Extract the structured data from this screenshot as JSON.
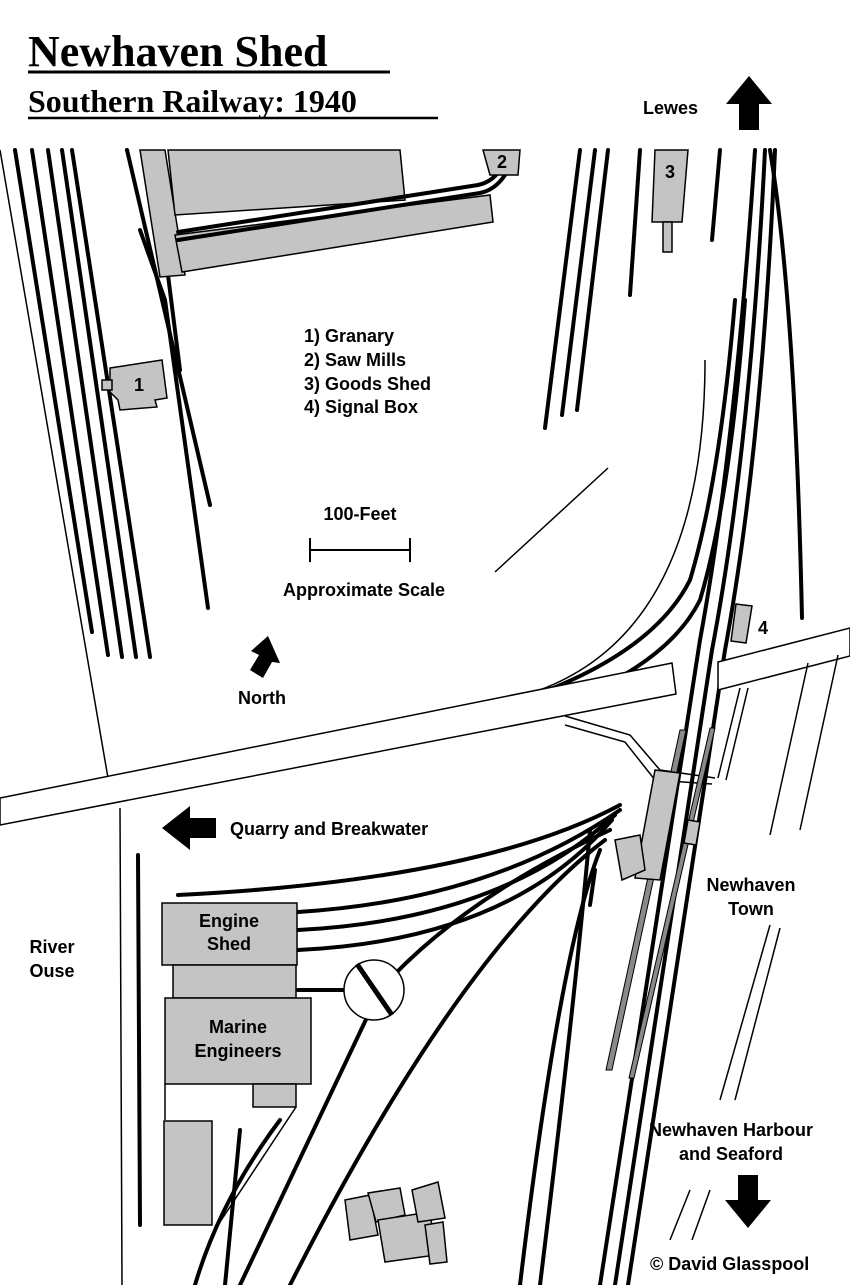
{
  "title": "Newhaven Shed",
  "subtitle": "Southern Railway: 1940",
  "directions": {
    "north_top": "Lewes",
    "west": "Quarry and Breakwater",
    "south": "Newhaven Harbour and Seaford",
    "south_line1": "Newhaven Harbour",
    "south_line2": "and Seaford"
  },
  "legend": {
    "items": [
      "1) Granary",
      "2) Saw Mills",
      "3) Goods Shed",
      "4) Signal Box"
    ]
  },
  "scale": {
    "distance": "100-Feet",
    "caption": "Approximate Scale"
  },
  "north_label": "North",
  "places": {
    "river_line1": "River",
    "river_line2": "Ouse",
    "town_line1": "Newhaven",
    "town_line2": "Town"
  },
  "buildings": {
    "engine_shed_line1": "Engine",
    "engine_shed_line2": "Shed",
    "marine_line1": "Marine",
    "marine_line2": "Engineers",
    "marker_1": "1",
    "marker_2": "2",
    "marker_3": "3",
    "marker_4": "4"
  },
  "copyright": "© David Glasspool"
}
